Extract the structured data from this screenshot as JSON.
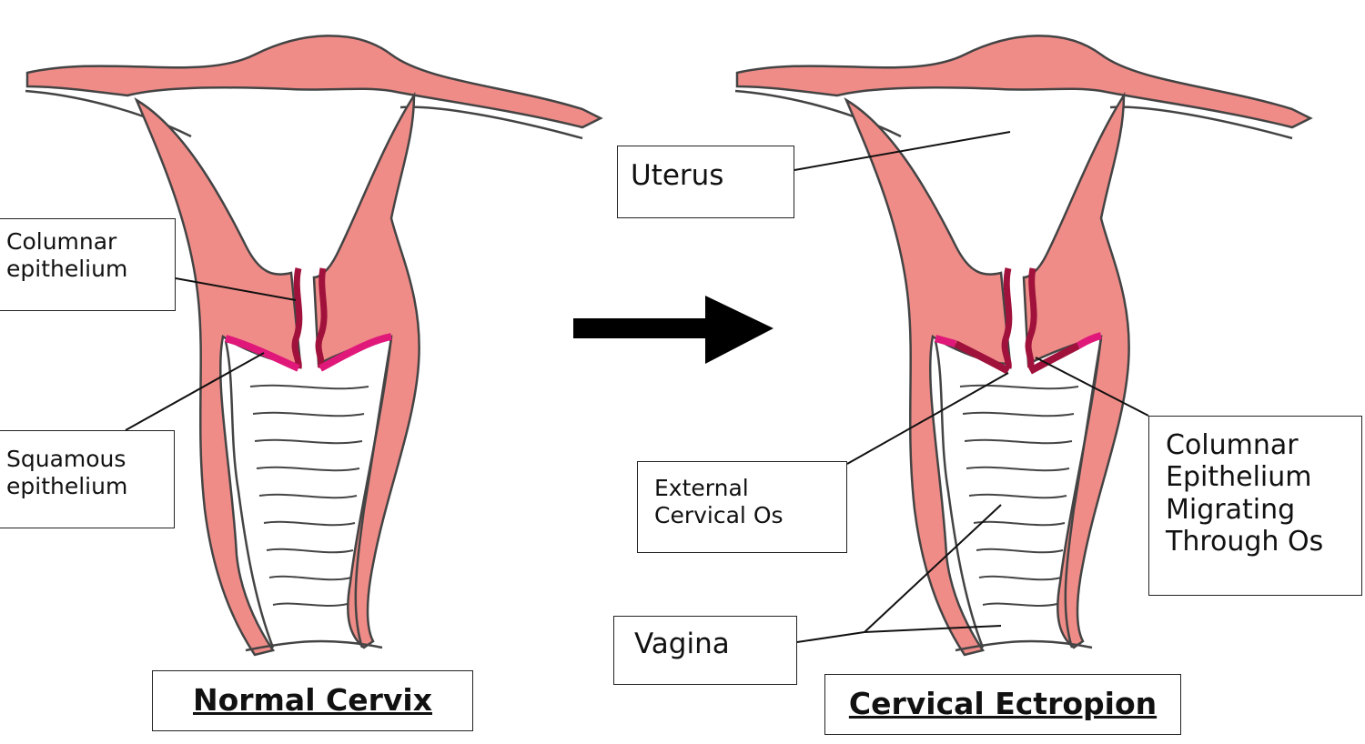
{
  "colors": {
    "tissue": "#f08c88",
    "outline": "#444444",
    "columnar": "#a0123c",
    "squamous": "#e0187a",
    "arrow": "#000000"
  },
  "labels": {
    "columnar_left": "Columnar\nepithelium",
    "squamous_left": "Squamous\nepithelium",
    "uterus": "Uterus",
    "external_os": "External\nCervical Os",
    "vagina": "Vagina",
    "columnar_right": "Columnar\nEpithelium\nMigrating\nThrough Os"
  },
  "titles": {
    "normal": "Normal Cervix",
    "ectropion": "Cervical Ectropion"
  }
}
